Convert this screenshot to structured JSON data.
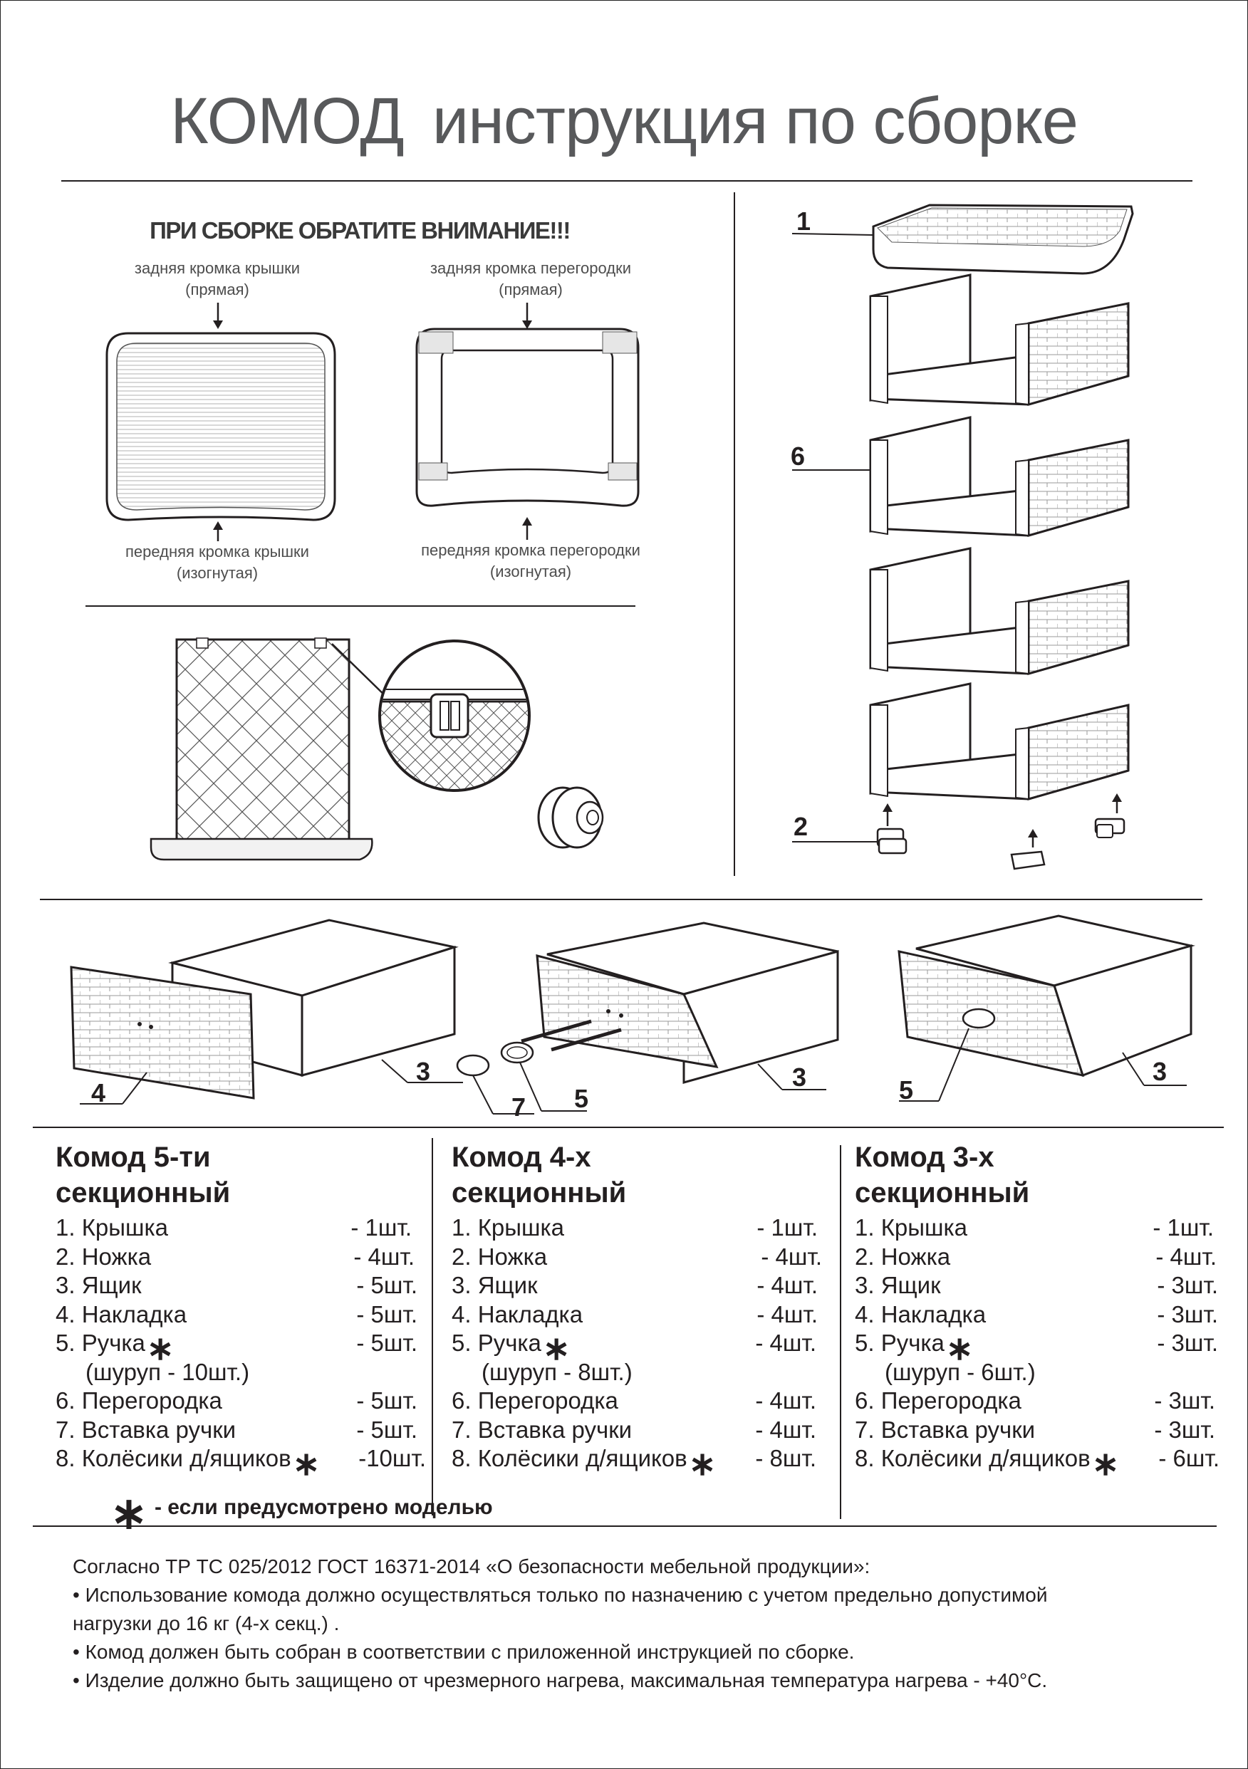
{
  "title": {
    "main": "КОМОД",
    "sub": "инструкция по сборке"
  },
  "attention": {
    "heading": "ПРИ СБОРКЕ ОБРАТИТЕ ВНИМАНИЕ!!!",
    "lid_back": "задняя кромка крышки",
    "lid_back_note": "(прямая)",
    "lid_front": "передняя кромка крышки",
    "lid_front_note": "(изогнутая)",
    "shelf_back": "задняя кромка перегородки",
    "shelf_back_note": "(прямая)",
    "shelf_front": "передняя кромка перегородки",
    "shelf_front_note": "(изогнутая)"
  },
  "callouts": {
    "lid": "1",
    "shelf": "6",
    "leg": "2",
    "drawer_a": "3",
    "drawer_b": "3",
    "drawer_c": "3",
    "front_panel": "4",
    "handle_b": "5",
    "handle_c": "5",
    "handle_insert": "7"
  },
  "columns": [
    {
      "title_line1": "Комод 5-ти",
      "title_line2": "секционный",
      "items": [
        {
          "name": "1. Крышка",
          "qty": "- 1шт."
        },
        {
          "name": "2. Ножка",
          "qty": "- 4шт."
        },
        {
          "name": "3. Ящик",
          "qty": "- 5шт."
        },
        {
          "name": "4. Накладка",
          "qty": "- 5шт."
        },
        {
          "name": "5. Ручка",
          "qty": "- 5шт."
        },
        {
          "name": "(шуруп - 10шт.)",
          "qty": ""
        },
        {
          "name": "6. Перегородка",
          "qty": "- 5шт."
        },
        {
          "name": "7. Вставка ручки",
          "qty": "- 5шт."
        },
        {
          "name": "8. Колёсики д/ящиков",
          "qty": "-10шт."
        }
      ]
    },
    {
      "title_line1": "Комод 4-х",
      "title_line2": "секционный",
      "items": [
        {
          "name": "1. Крышка",
          "qty": "- 1шт."
        },
        {
          "name": "2. Ножка",
          "qty": "- 4шт."
        },
        {
          "name": "3. Ящик",
          "qty": "- 4шт."
        },
        {
          "name": "4. Накладка",
          "qty": "- 4шт."
        },
        {
          "name": "5. Ручка",
          "qty": "- 4шт."
        },
        {
          "name": "(шуруп - 8шт.)",
          "qty": ""
        },
        {
          "name": "6. Перегородка",
          "qty": "- 4шт."
        },
        {
          "name": "7. Вставка ручки",
          "qty": "- 4шт."
        },
        {
          "name": "8. Колёсики д/ящиков",
          "qty": "- 8шт."
        }
      ]
    },
    {
      "title_line1": "Комод 3-х",
      "title_line2": "секционный",
      "items": [
        {
          "name": "1. Крышка",
          "qty": "- 1шт."
        },
        {
          "name": "2. Ножка",
          "qty": "- 4шт."
        },
        {
          "name": "3. Ящик",
          "qty": "- 3шт."
        },
        {
          "name": "4. Накладка",
          "qty": "- 3шт."
        },
        {
          "name": "5. Ручка",
          "qty": "- 3шт."
        },
        {
          "name": "(шуруп - 6шт.)",
          "qty": ""
        },
        {
          "name": "6. Перегородка",
          "qty": "- 3шт."
        },
        {
          "name": "7. Вставка ручки",
          "qty": "- 3шт."
        },
        {
          "name": "8. Колёсики д/ящиков",
          "qty": "- 6шт."
        }
      ]
    }
  ],
  "star": "∗",
  "footnote": "- если предусмотрено моделью",
  "legal": [
    "Согласно ТР ТС 025/2012 ГОСТ 16371-2014 «О безопасности мебельной продукции»:",
    "• Использование комода должно осуществляться только по назначению с учетом предельно допустимой",
    "нагрузки до 16 кг (4-х секц.) .",
    "• Комод должен быть собран в соответствии с приложенной инструкцией по сборке.",
    "• Изделие должно быть защищено от чрезмерного нагрева, максимальная температура нагрева - +40°С."
  ]
}
